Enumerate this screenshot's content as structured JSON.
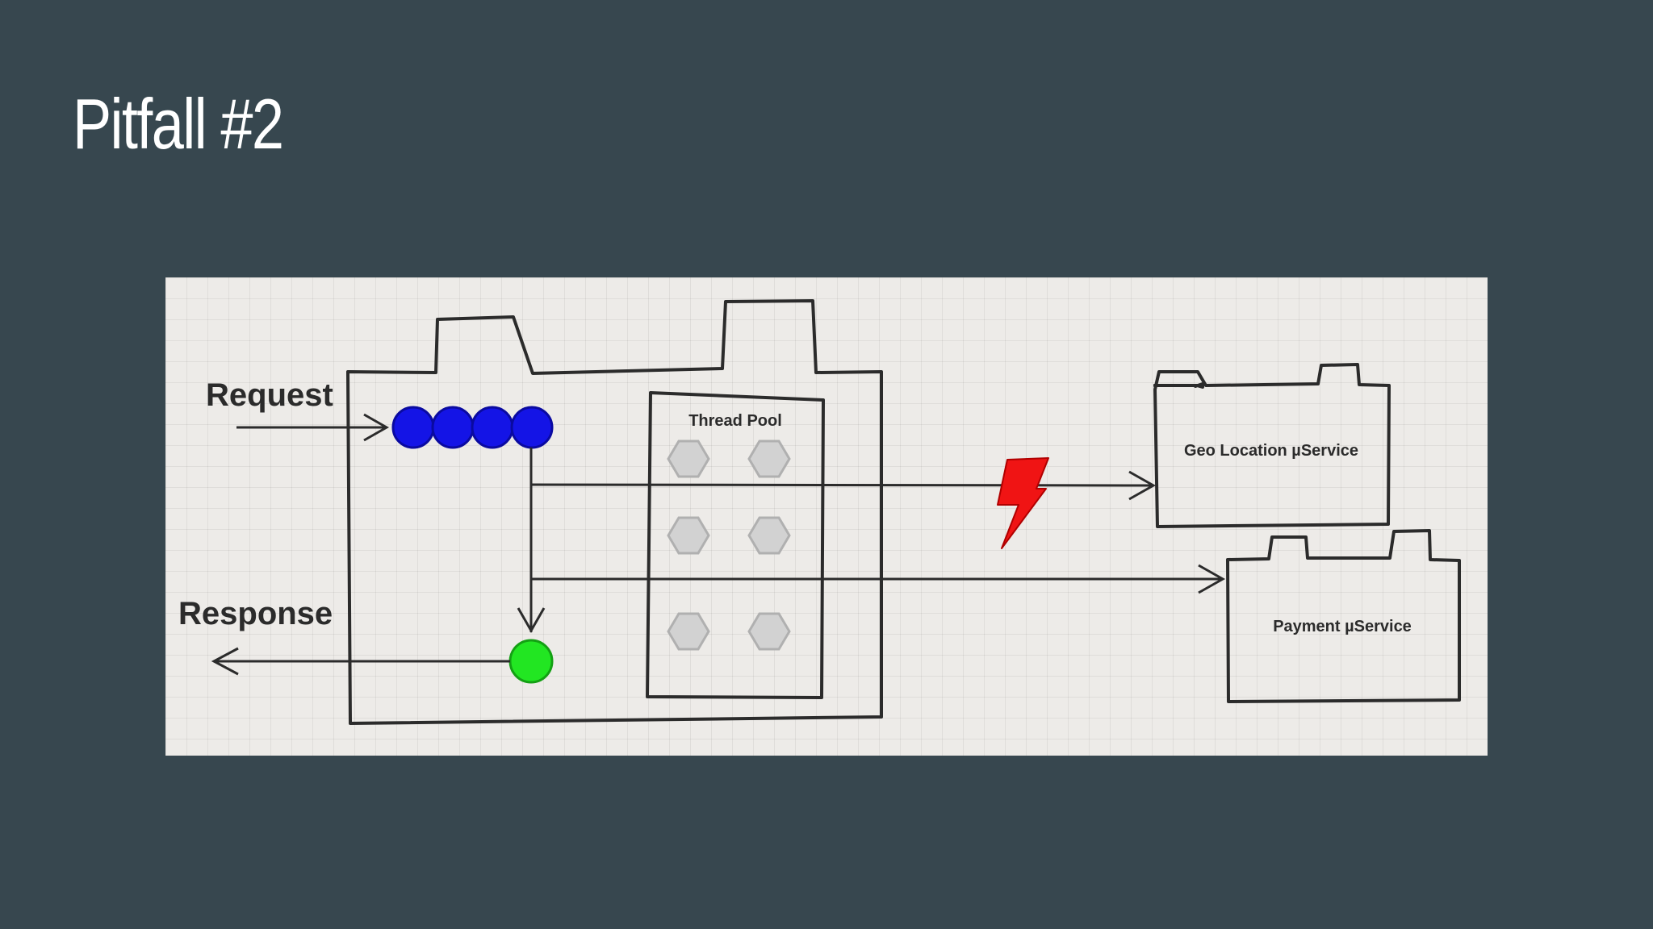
{
  "slide": {
    "title": "Pitfall #2"
  },
  "diagram": {
    "request_label": "Request",
    "response_label": "Response",
    "thread_pool_label": "Thread Pool",
    "geo_service_label": "Geo Location µService",
    "payment_service_label": "Payment µService",
    "queued_requests": 4,
    "thread_slots": 6,
    "failure_icon": "lightning-bolt-icon",
    "colors": {
      "background": "#37474f",
      "queued_request": "#1414e6",
      "completed_response": "#22e622",
      "failure": "#f01414"
    }
  }
}
